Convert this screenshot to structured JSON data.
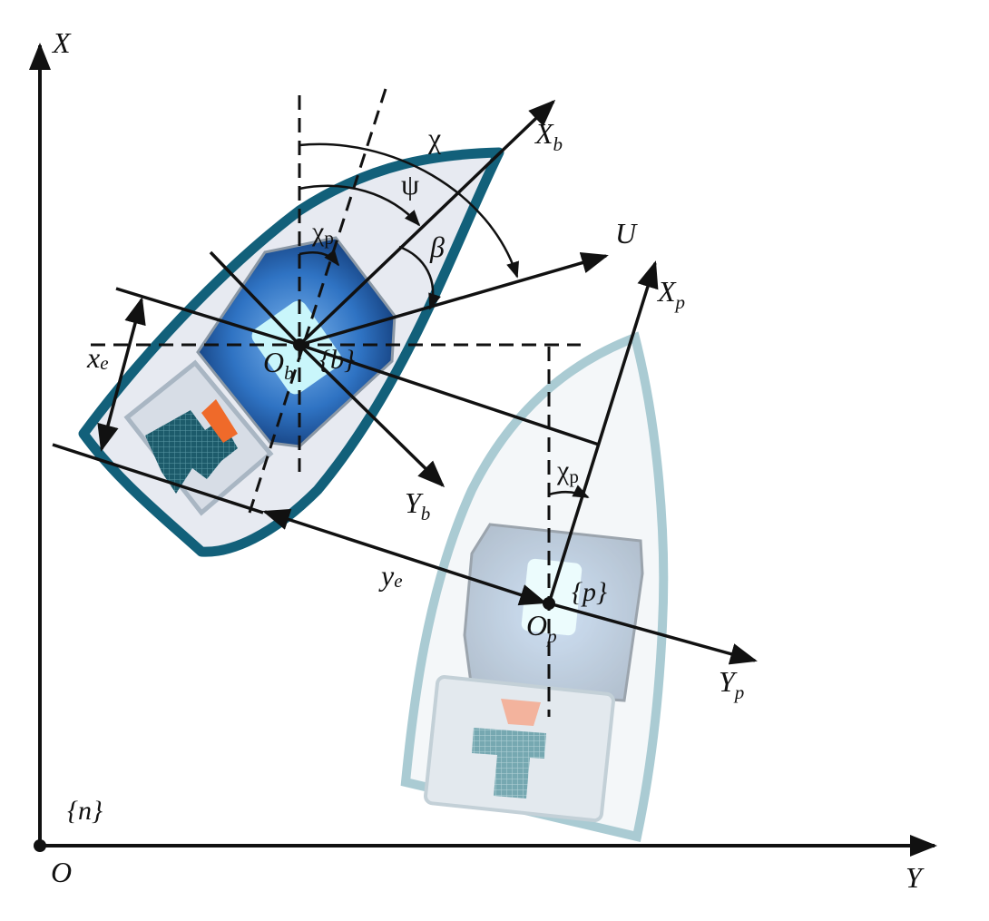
{
  "colors": {
    "hull_active": "#12607a",
    "hull_ghost": "#9cc3cc",
    "deck_fill": "#e7eaf1",
    "cabin_dark": "#0c2e66",
    "cabin_mid": "#2f73c3",
    "cabin_light": "#c9f6fb",
    "hatch": "#1d5b6b",
    "accent_orange": "#ef6a2a",
    "ink": "#111111"
  },
  "frames": {
    "inertial": {
      "x_axis": "X",
      "y_axis": "Y",
      "origin": "O",
      "frame_label": "{n}"
    },
    "body": {
      "x_axis": "X",
      "x_sub": "b",
      "y_axis": "Y",
      "y_sub": "b",
      "origin": "O",
      "origin_sub": "b",
      "frame_label": "{b}"
    },
    "path": {
      "x_axis": "X",
      "x_sub": "p",
      "y_axis": "Y",
      "y_sub": "p",
      "origin": "O",
      "origin_sub": "p",
      "frame_label": "{p}"
    }
  },
  "angles": {
    "course": "χ",
    "heading": "ψ",
    "sideslip": "β",
    "path_angle": "χ",
    "path_angle_sub": "p"
  },
  "velocity": {
    "label": "U"
  },
  "errors": {
    "along_track": "x",
    "along_track_sub": "e",
    "cross_track": "y",
    "cross_track_sub": "e"
  }
}
